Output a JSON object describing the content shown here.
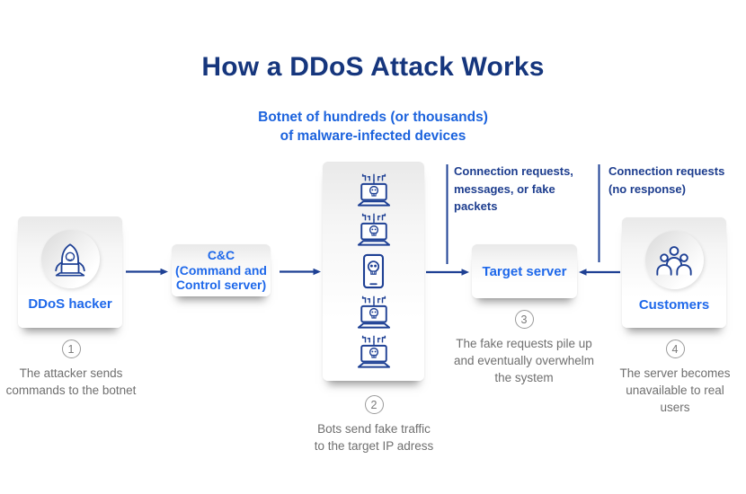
{
  "title": "How a DDoS Attack Works",
  "subtitle": {
    "line1": "Botnet of hundreds (or thousands)",
    "line2": "of malware-infected devices"
  },
  "nodes": {
    "hacker": {
      "label": "DDoS hacker",
      "icon": "hooded-hacker-with-laptop"
    },
    "cnc": {
      "lines": [
        "C&C",
        "(Command and",
        "Control server)"
      ]
    },
    "botnet": {
      "devices": [
        "infected-laptop",
        "infected-laptop",
        "infected-phone",
        "infected-laptop",
        "infected-laptop"
      ]
    },
    "target": {
      "label": "Target server"
    },
    "customers": {
      "label": "Customers",
      "icon": "user-group"
    }
  },
  "annotations": {
    "left": {
      "lines": [
        "Connection requests,",
        "messages, or fake",
        "packets"
      ]
    },
    "right": {
      "lines": [
        "Connection requests",
        "(no response)"
      ]
    }
  },
  "steps": [
    {
      "number": "1",
      "lines": [
        "The attacker sends",
        "commands to the botnet",
        ""
      ]
    },
    {
      "number": "2",
      "lines": [
        "Bots send fake traffic",
        "to the target IP adress",
        ""
      ]
    },
    {
      "number": "3",
      "lines": [
        "The fake requests pile up",
        "and eventually overwhelm",
        "the system"
      ]
    },
    {
      "number": "4",
      "lines": [
        "The server becomes",
        "unavailable to real",
        "users"
      ]
    }
  ],
  "colors": {
    "title_navy": "#16367d",
    "accent_blue": "#1e68ea",
    "subtitle_blue": "#1c63dd",
    "line_blue": "#1e4094",
    "annotation_navy": "#1d3d8e",
    "step_gray": "#6f6f6f"
  }
}
